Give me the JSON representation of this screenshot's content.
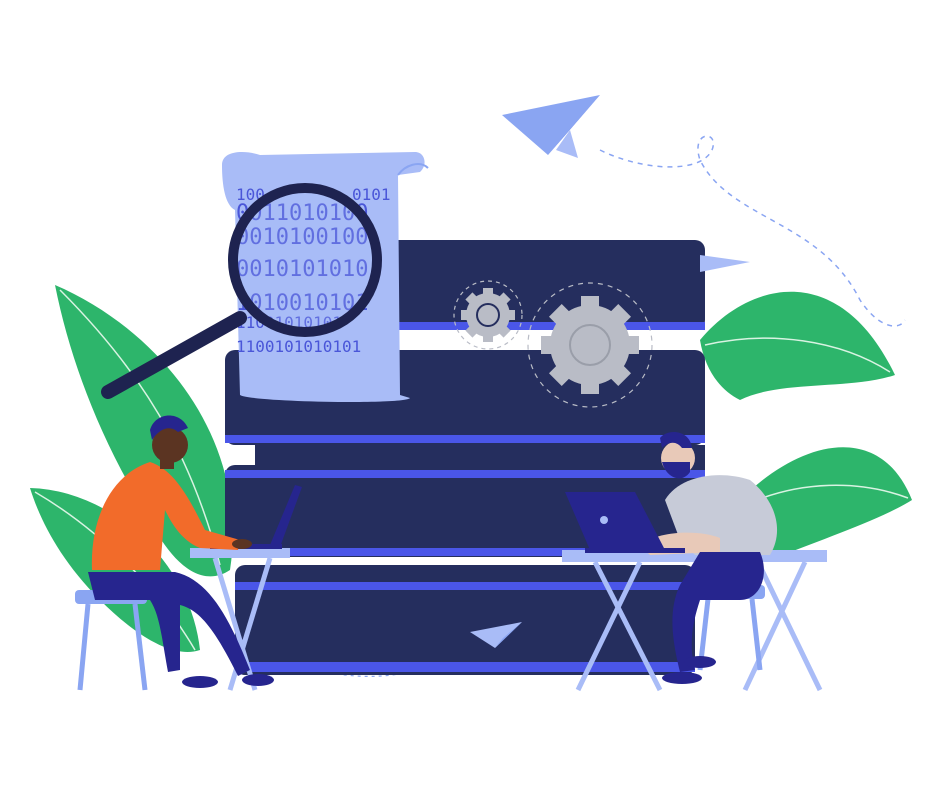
{
  "scene": {
    "description_free": true,
    "colors": {
      "background": "#ffffff",
      "server_dark": "#252e5e",
      "server_stripe": "#4a56e8",
      "scroll_paper": "#a9bcf7",
      "binary_text": "#4a56d8",
      "leaf_green": "#2db56b",
      "leaf_vein": "#d8f3e2",
      "gear_gray": "#b9bcc6",
      "plane_blue": "#8aa5f2",
      "desk_blue": "#a9bcf7",
      "person_left_shirt": "#f26b2a",
      "person_pants": "#26258e",
      "person_right_shirt": "#c7cbd8",
      "laptop": "#26258e",
      "magnifier": "#1e2350"
    },
    "binary_lines": [
      "100",
      "0101",
      "0011010100",
      "0010100100",
      "0010101010",
      "1010010101",
      "11001010101",
      "1100101010101"
    ],
    "icons": [
      "paper-plane-icon",
      "gear-icon",
      "magnifying-glass-icon",
      "laptop-icon"
    ]
  }
}
